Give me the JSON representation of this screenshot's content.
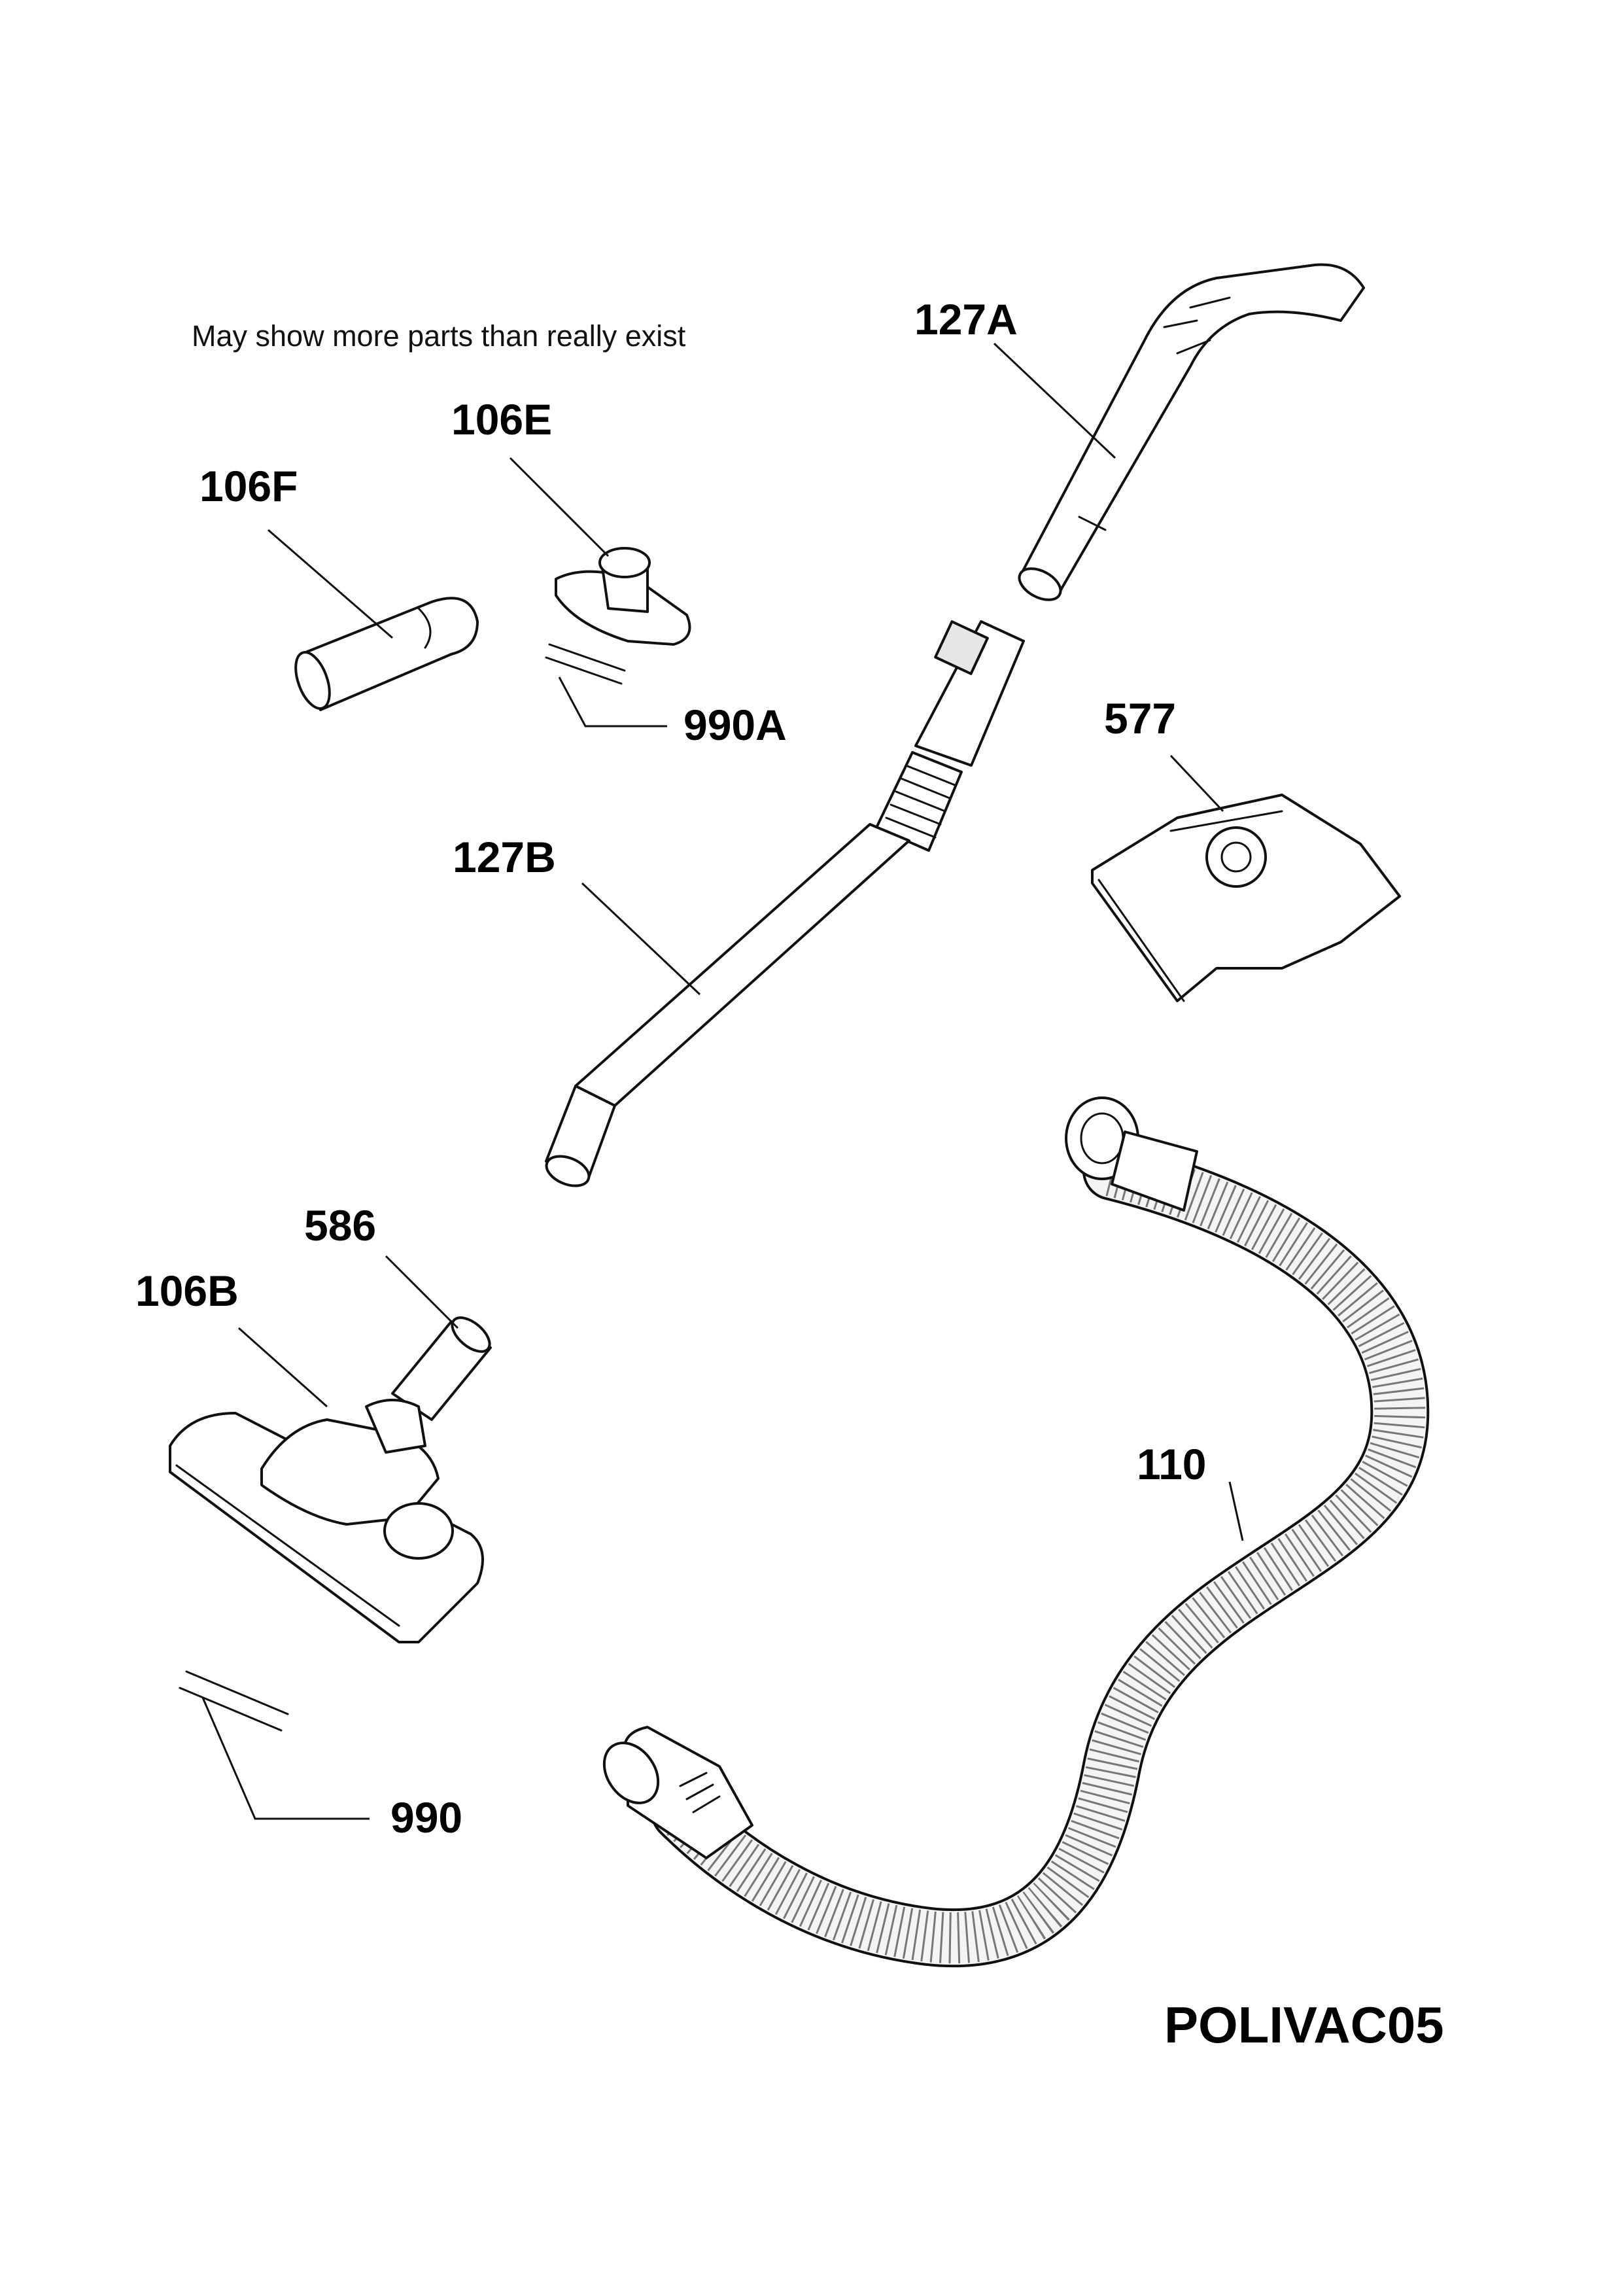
{
  "note": "May show more parts than really exist",
  "diagram_code": "POLIVAC05",
  "parts": [
    {
      "id": "127A",
      "label": "127A",
      "name": "handle-tube"
    },
    {
      "id": "106E",
      "label": "106E",
      "name": "upholstery-nozzle"
    },
    {
      "id": "106F",
      "label": "106F",
      "name": "crevice-nozzle"
    },
    {
      "id": "990A",
      "label": "990A",
      "name": "nozzle-strips"
    },
    {
      "id": "577",
      "label": "577",
      "name": "dust-bag"
    },
    {
      "id": "127B",
      "label": "127B",
      "name": "extension-tube"
    },
    {
      "id": "586",
      "label": "586",
      "name": "floor-nozzle-joint"
    },
    {
      "id": "106B",
      "label": "106B",
      "name": "floor-nozzle"
    },
    {
      "id": "110",
      "label": "110",
      "name": "suction-hose"
    },
    {
      "id": "990",
      "label": "990",
      "name": "floor-nozzle-strips"
    }
  ]
}
